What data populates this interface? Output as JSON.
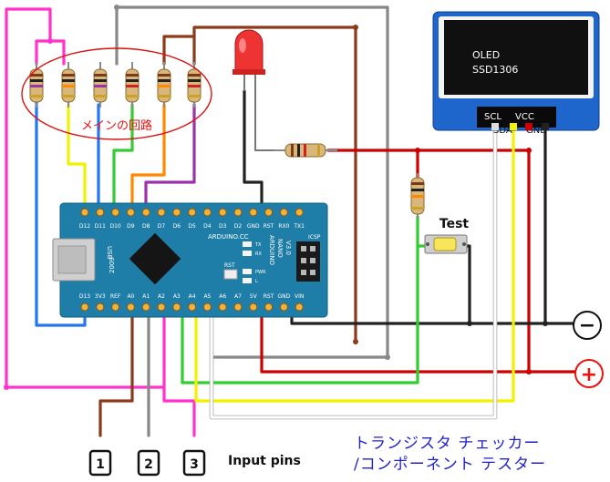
{
  "oled": {
    "line1": "OLED",
    "line2": "SSD1306",
    "pins": {
      "scl": "SCL",
      "sda": "SDA",
      "vcc": "VCC",
      "gnd": "GND"
    }
  },
  "circle_label": "メインの回路",
  "test_label": "Test",
  "nano": {
    "top_pins": [
      "D12",
      "D11",
      "D10",
      "D9",
      "D8",
      "D7",
      "D6",
      "D5",
      "D4",
      "D3",
      "D2",
      "GND",
      "RST",
      "RX0",
      "TX1"
    ],
    "bottom_pins": [
      "D13",
      "3V3",
      "REF",
      "A0",
      "A1",
      "A2",
      "A3",
      "A4",
      "A5",
      "A6",
      "A7",
      "5V",
      "RST",
      "GND",
      "VIN"
    ],
    "brand": "ARDUINO.CC",
    "model_line1": "ARDUINO",
    "model_line2": "NANO",
    "model_line3": "V3.0",
    "year": "2009",
    "usb": "USB",
    "icsp": "ICSP",
    "led_labels": [
      "TX",
      "RX",
      "PWR",
      "L"
    ],
    "rst": "RST"
  },
  "power": {
    "minus": "−",
    "plus": "+"
  },
  "input_pins": {
    "labels": [
      "1",
      "2",
      "3"
    ],
    "caption": "Input pins"
  },
  "title": {
    "line1": "トランジスタ チェッカー",
    "line2": "/コンポーネント テスター"
  },
  "colors": {
    "wire_red": "#cc0000",
    "wire_black": "#222222",
    "wire_yellow": "#f2f200",
    "wire_green": "#33cc33",
    "wire_magenta": "#ff33cc",
    "wire_blue": "#2277ee",
    "wire_orange": "#ff8800",
    "wire_purple": "#9933aa",
    "wire_brown": "#8b3a1a",
    "wire_gray": "#888888",
    "wire_white": "#ffffff",
    "board_blue": "#1f7ea8",
    "oled_blue": "#1e66cc",
    "title_blue": "#2222cc"
  }
}
